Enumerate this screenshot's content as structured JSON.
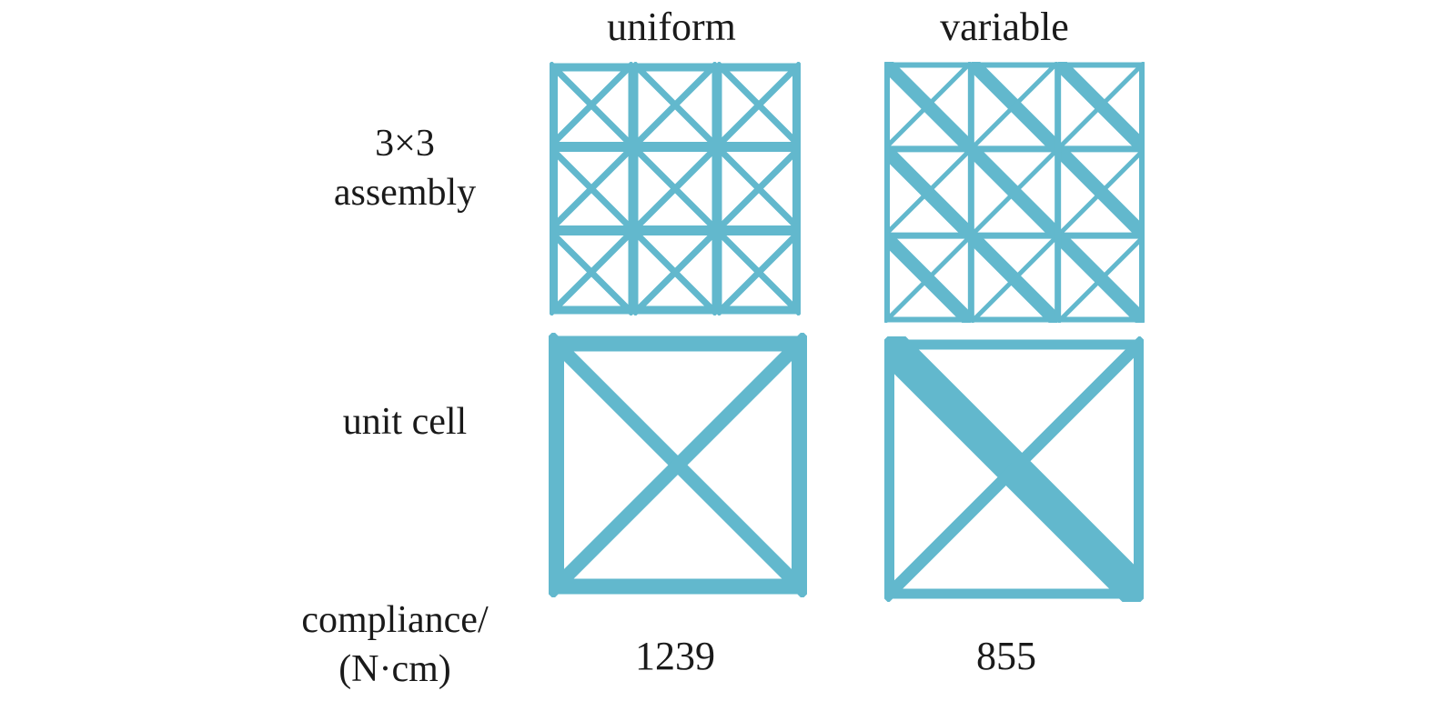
{
  "figure": {
    "type": "lattice-comparison-figure",
    "background_color": "#ffffff",
    "strut_color": "#62b8cd",
    "text_color": "#1a1a1a"
  },
  "columns": [
    {
      "key": "uniform",
      "label": "uniform"
    },
    {
      "key": "variable",
      "label": "variable"
    }
  ],
  "rows": [
    {
      "key": "assembly",
      "label_line1": "3×3",
      "label_line2": "assembly"
    },
    {
      "key": "unit_cell",
      "label_line1": "unit cell",
      "label_line2": ""
    },
    {
      "key": "compliance",
      "label_line1": "compliance/",
      "label_line2": "(N·cm)"
    }
  ],
  "compliance": {
    "uniform": "1239",
    "variable": "855",
    "unit": "N·cm"
  },
  "chart_data": {
    "type": "bar",
    "title": "compliance/(N·cm)",
    "categories": [
      "uniform",
      "variable"
    ],
    "values": [
      1239,
      855
    ],
    "xlabel": "",
    "ylabel": "compliance/(N·cm)",
    "ylim": [
      0,
      1300
    ],
    "grid": false,
    "legend": "none",
    "annotations": [
      "uniform lattice: all struts equal thickness, compliance 1239 N·cm",
      "variable lattice: graded strut thickness, compliance 855 N·cm"
    ]
  },
  "lattices": {
    "uniform_unit_cell": {
      "name": "uniform unit cell",
      "grid": 1,
      "frame_thickness": 17,
      "diag_main_thickness": 15,
      "diag_anti_thickness": 15,
      "description": "square frame with two equal-thickness diagonals forming an X"
    },
    "variable_unit_cell": {
      "name": "variable unit cell",
      "grid": 1,
      "frame_thickness": 11,
      "diag_main_thickness": 38,
      "diag_anti_thickness": 13,
      "description": "square frame with a thick top-left to bottom-right diagonal and a thin anti-diagonal"
    },
    "uniform_assembly": {
      "name": "uniform 3x3 assembly",
      "grid": 3,
      "frame_thickness": 9,
      "interior_thickness": 11,
      "diag_main_thickness": 7,
      "diag_anti_thickness": 7,
      "description": "3 by 3 tiling of identical uniform unit cells"
    },
    "variable_assembly": {
      "name": "variable 3x3 assembly",
      "grid": 3,
      "frame_thickness": 6,
      "interior_thickness": 7,
      "diag_main_thickness": 15,
      "diag_anti_thickness": 5,
      "description": "3 by 3 tiling of variable unit cells with thick main diagonals"
    }
  }
}
